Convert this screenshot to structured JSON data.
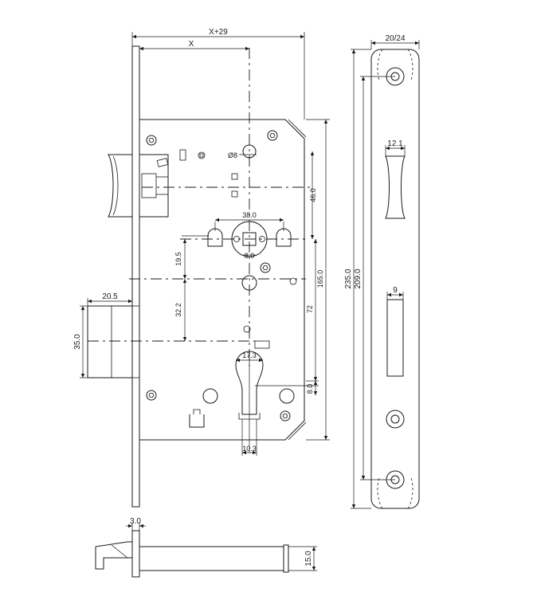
{
  "dimensions": {
    "x_plus_29": "X+29",
    "x": "X",
    "faceplate_width": "20/24",
    "dia_8": "Ø8",
    "d_38": "38.0",
    "d_46": "46.0",
    "d_19_5": "19.5",
    "d_8_0": "8.0",
    "d_165": "165.0",
    "d_235": "235.0",
    "d_209": "209.0",
    "d_12_1": "12.1",
    "d_9": "9",
    "d_20_5": "20.5",
    "d_35": "35.0",
    "d_32_2": "32.2",
    "d_72": "72",
    "d_17_3": "17.3",
    "d_8_0_b": "8.0",
    "d_10_3": "10.3",
    "d_3_0": "3.0",
    "d_15_0": "15.0"
  }
}
